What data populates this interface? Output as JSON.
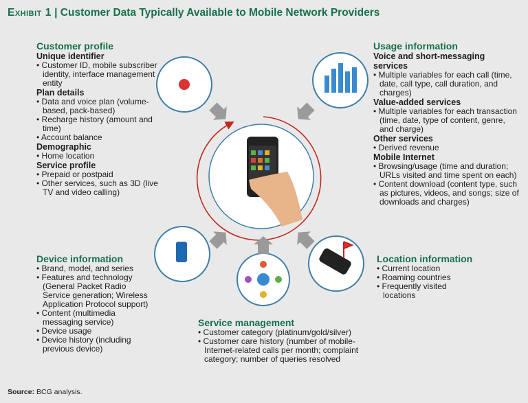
{
  "title": {
    "exhibit": "Exhibit 1",
    "separator": "|",
    "text": "Customer Data Typically Available to Mobile Network Providers"
  },
  "customer_profile": {
    "heading": "Customer profile",
    "sections": [
      {
        "title": "Unique identifier",
        "items": [
          "Customer ID, mobile subscriber identity, interface management entity"
        ]
      },
      {
        "title": "Plan details",
        "items": [
          "Data and voice plan (volume-based, pack-based)",
          "Recharge history (amount and time)",
          "Account balance"
        ]
      },
      {
        "title": "Demographic",
        "items": [
          "Home location"
        ]
      },
      {
        "title": "Service profile",
        "items": [
          "Prepaid or postpaid",
          "Other services, such as 3D (live TV and video calling)"
        ]
      }
    ]
  },
  "usage": {
    "heading": "Usage information",
    "sections": [
      {
        "title": "Voice and short-messaging services",
        "items": [
          "Multiple variables for each call (time, date, call type, call duration, and charges)"
        ]
      },
      {
        "title": "Value-added services",
        "items": [
          "Multiple variables for each transaction (time, date, type of content, genre, and charge)"
        ]
      },
      {
        "title": "Other services",
        "items": [
          "Derived revenue"
        ]
      },
      {
        "title": "Mobile Internet",
        "items": [
          "Browsing/usage (time and duration; URLs visited and time spent on each)",
          "Content download (content type, such as pictures, videos, and songs; size of downloads and charges)"
        ]
      }
    ]
  },
  "device": {
    "heading": "Device information",
    "items": [
      "Brand, model, and series",
      "Features and technology (General Packet Radio Service generation; Wireless Application Protocol support)",
      "Content (multimedia messaging service)",
      "Device usage",
      "Device history (including previous device)"
    ]
  },
  "location": {
    "heading": "Location information",
    "items": [
      "Current location",
      "Roaming countries",
      "Frequently visited locations"
    ]
  },
  "service": {
    "heading": "Service management",
    "items": [
      "Customer category (platinum/gold/silver)",
      "Customer care history (number of mobile-Internet-related calls per month; complaint category; number of queries resolved"
    ]
  },
  "source": {
    "label": "Source:",
    "text": "BCG analysis."
  },
  "colors": {
    "accent": "#17704a",
    "arc": "#c0281c",
    "ring": "#3f7ea8",
    "arrow": "#9a9a9a"
  }
}
